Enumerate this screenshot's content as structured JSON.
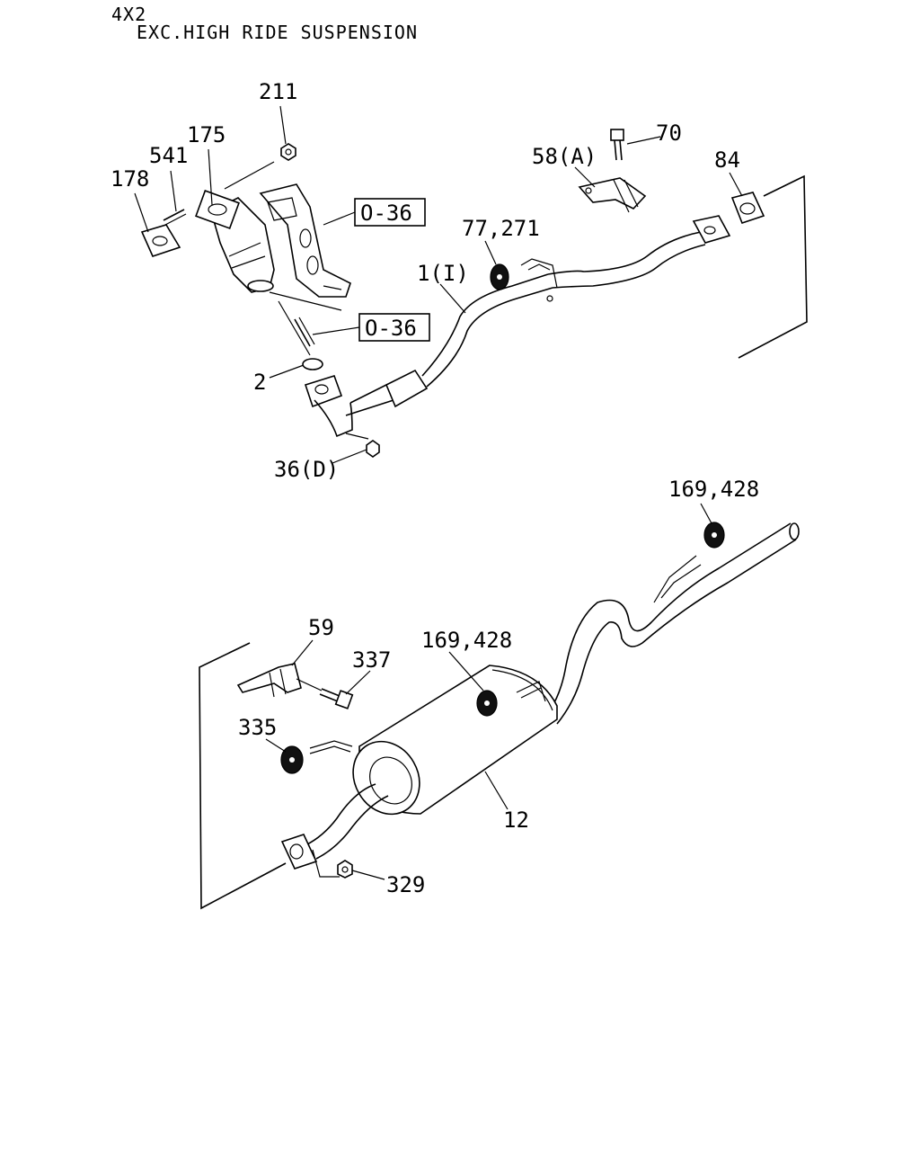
{
  "header": {
    "line1": "4X2",
    "line2": "EXC.HIGH RIDE SUSPENSION"
  },
  "callouts": {
    "p211": "211",
    "p175": "175",
    "p541": "541",
    "p178": "178",
    "p70": "70",
    "p58a": "58(A)",
    "p84": "84",
    "p77_271": "77,271",
    "p1i": "1(I)",
    "p2": "2",
    "p36d": "36(D)",
    "p169_428_top": "169,428",
    "p59": "59",
    "p337": "337",
    "p169_428_mid": "169,428",
    "p335": "335",
    "p12": "12",
    "p329": "329"
  },
  "references": {
    "ref_upper": "O-36",
    "ref_lower": "O-36"
  }
}
